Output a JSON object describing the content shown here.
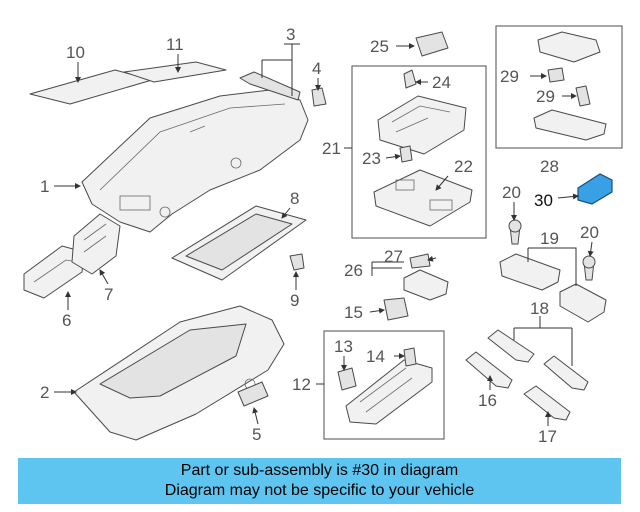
{
  "diagram": {
    "callouts": [
      "1",
      "2",
      "3",
      "4",
      "5",
      "6",
      "7",
      "8",
      "9",
      "10",
      "11",
      "12",
      "13",
      "14",
      "15",
      "16",
      "17",
      "18",
      "19",
      "20",
      "21",
      "22",
      "23",
      "24",
      "25",
      "26",
      "27",
      "28",
      "29",
      "30"
    ],
    "highlight_part": "30",
    "highlight_color": "#3aa0e6",
    "outline_color": "#4a4a4a"
  },
  "banner": {
    "line1": "Part or sub-assembly is #30 in diagram",
    "line2": "Diagram may not be specific to your vehicle",
    "background": "#5ec4f0"
  }
}
